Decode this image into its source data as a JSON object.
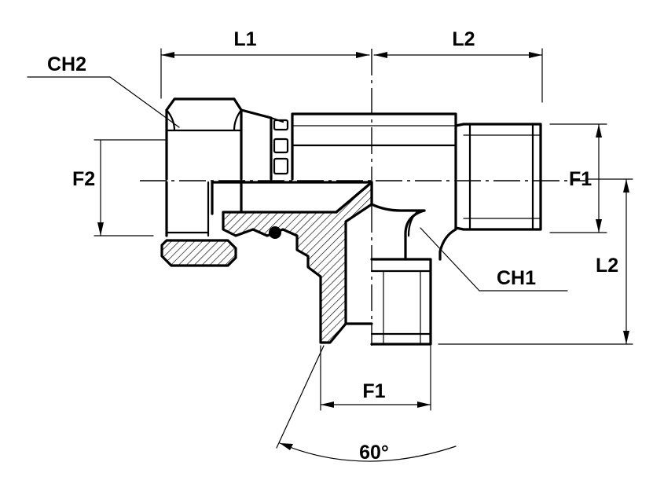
{
  "labels": {
    "l1_top": "L1",
    "l2_top": "L2",
    "ch2": "CH2",
    "f2": "F2",
    "f1_right": "F1",
    "ch1": "CH1",
    "l2_right": "L2",
    "f1_bottom": "F1",
    "angle": "60°"
  },
  "colors": {
    "stroke": "#000000",
    "background": "#ffffff"
  }
}
